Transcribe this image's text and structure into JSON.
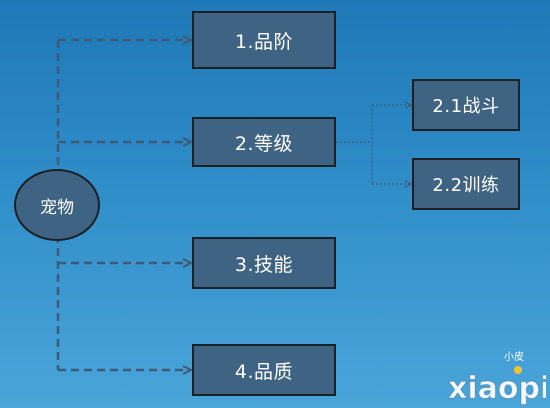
{
  "diagram": {
    "root": {
      "label": "宠物"
    },
    "children": [
      {
        "label": "1.品阶"
      },
      {
        "label": "2.等级",
        "children": [
          {
            "label": "2.1战斗"
          },
          {
            "label": "2.2训练"
          }
        ]
      },
      {
        "label": "3.技能"
      },
      {
        "label": "4.品质"
      }
    ],
    "edges": [
      {
        "from": "宠物",
        "to": "1.品阶",
        "style": "dashed"
      },
      {
        "from": "宠物",
        "to": "2.等级",
        "style": "dashed"
      },
      {
        "from": "宠物",
        "to": "3.技能",
        "style": "dashed"
      },
      {
        "from": "宠物",
        "to": "4.品质",
        "style": "dashed"
      },
      {
        "from": "2.等级",
        "to": "2.1战斗",
        "style": "dotted"
      },
      {
        "from": "2.等级",
        "to": "2.2训练",
        "style": "dotted"
      }
    ]
  },
  "colors": {
    "node_fill": "#3f6383",
    "node_border": "#1c1f24",
    "node_text": "#ffffff",
    "connector": "#3d5a78"
  },
  "watermark": {
    "text": "xiaopi",
    "small_text": "小皮"
  }
}
